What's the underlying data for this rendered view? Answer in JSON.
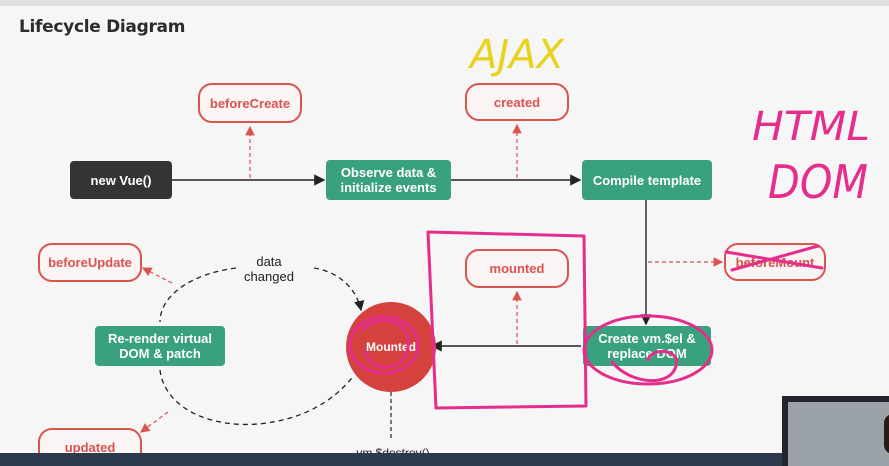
{
  "title": "Lifecycle Diagram",
  "nodes": {
    "new_vue": "new Vue()",
    "before_create": "beforeCreate",
    "observe_data": "Observe data &\ninitialize events",
    "created": "created",
    "compile_template": "Compile template",
    "before_mount": "beforeMount",
    "create_vm_el": "Create vm.$el &\nreplace DOM",
    "mounted_hook": "mounted",
    "mounted_state": "Mounted",
    "before_update": "beforeUpdate",
    "rerender": "Re-render virtual\nDOM & patch",
    "updated": "updated",
    "data_changed": "data\nchanged",
    "destroy_call": "vm.$destroy()"
  },
  "annotations": {
    "ajax": "AJAX",
    "html": "HTML",
    "dom": "DOM"
  },
  "colors": {
    "hook": "#d9534f",
    "step": "#3aa17e",
    "dark_step": "#333436",
    "annotation_yellow": "#e8d21c",
    "annotation_pink": "#e52d8c"
  }
}
